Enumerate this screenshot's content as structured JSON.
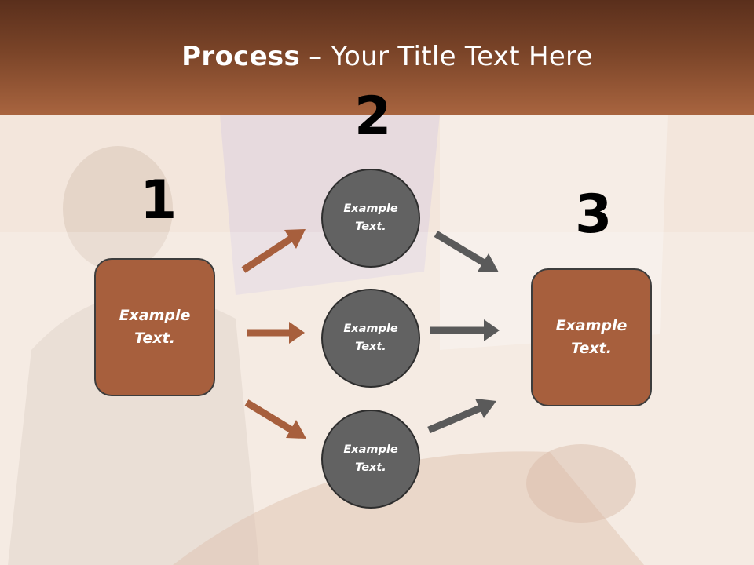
{
  "slide": {
    "title_bold": "Process",
    "title_rest": " – Your Title Text Here",
    "step_numbers": [
      "1",
      "2",
      "3"
    ],
    "box_left_text": "Example\nText.",
    "box_right_text": "Example\nText.",
    "circles": [
      "Example\nText.",
      "Example\nText.",
      "Example\nText."
    ]
  },
  "colors": {
    "header": "#7a4428",
    "box_fill": "#a75f3d",
    "circle_fill": "#626262",
    "arrow_brown": "#a75f3d",
    "arrow_gray": "#5a5a5a"
  }
}
